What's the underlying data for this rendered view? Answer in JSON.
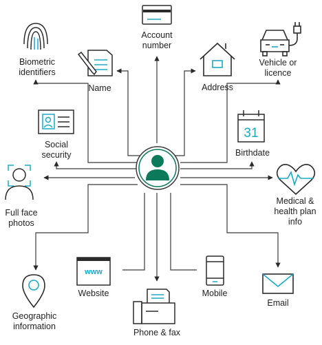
{
  "diagram": {
    "center": {
      "icon": "person-icon",
      "color": "#0a7a5a"
    },
    "colors": {
      "teal": "#1aa8c8",
      "line": "#3a3a3a",
      "dark": "#2a2a2a",
      "center_fill": "#0a7a5a"
    },
    "nodes": {
      "account": {
        "icon": "credit-card-icon",
        "l1": "Account",
        "l2": "number"
      },
      "name": {
        "icon": "document-pen-icon",
        "l1": "Name",
        "l2": ""
      },
      "address": {
        "icon": "house-icon",
        "l1": "Address",
        "l2": ""
      },
      "vehicle": {
        "icon": "car-plug-icon",
        "l1": "Vehicle or",
        "l2": "licence"
      },
      "biometric": {
        "icon": "fingerprint-icon",
        "l1": "Biometric",
        "l2": "identifiers"
      },
      "social": {
        "icon": "id-card-icon",
        "l1": "Social",
        "l2": "security"
      },
      "birthdate": {
        "icon": "calendar-icon",
        "l1": "Birthdate",
        "l2": "",
        "day": "31"
      },
      "face": {
        "icon": "face-scan-icon",
        "l1": "Full face",
        "l2": "photos"
      },
      "medical": {
        "icon": "heart-pulse-icon",
        "l1": "Medical &",
        "l2": "health plan",
        "l3": "info"
      },
      "geo": {
        "icon": "map-pin-icon",
        "l1": "Geographic",
        "l2": "information"
      },
      "website": {
        "icon": "browser-www-icon",
        "l1": "Website",
        "l2": "",
        "www": "www"
      },
      "phone": {
        "icon": "fax-machine-icon",
        "l1": "Phone & fax",
        "l2": ""
      },
      "mobile": {
        "icon": "mobile-phone-icon",
        "l1": "Mobile",
        "l2": ""
      },
      "email": {
        "icon": "envelope-icon",
        "l1": "Email",
        "l2": ""
      }
    }
  }
}
